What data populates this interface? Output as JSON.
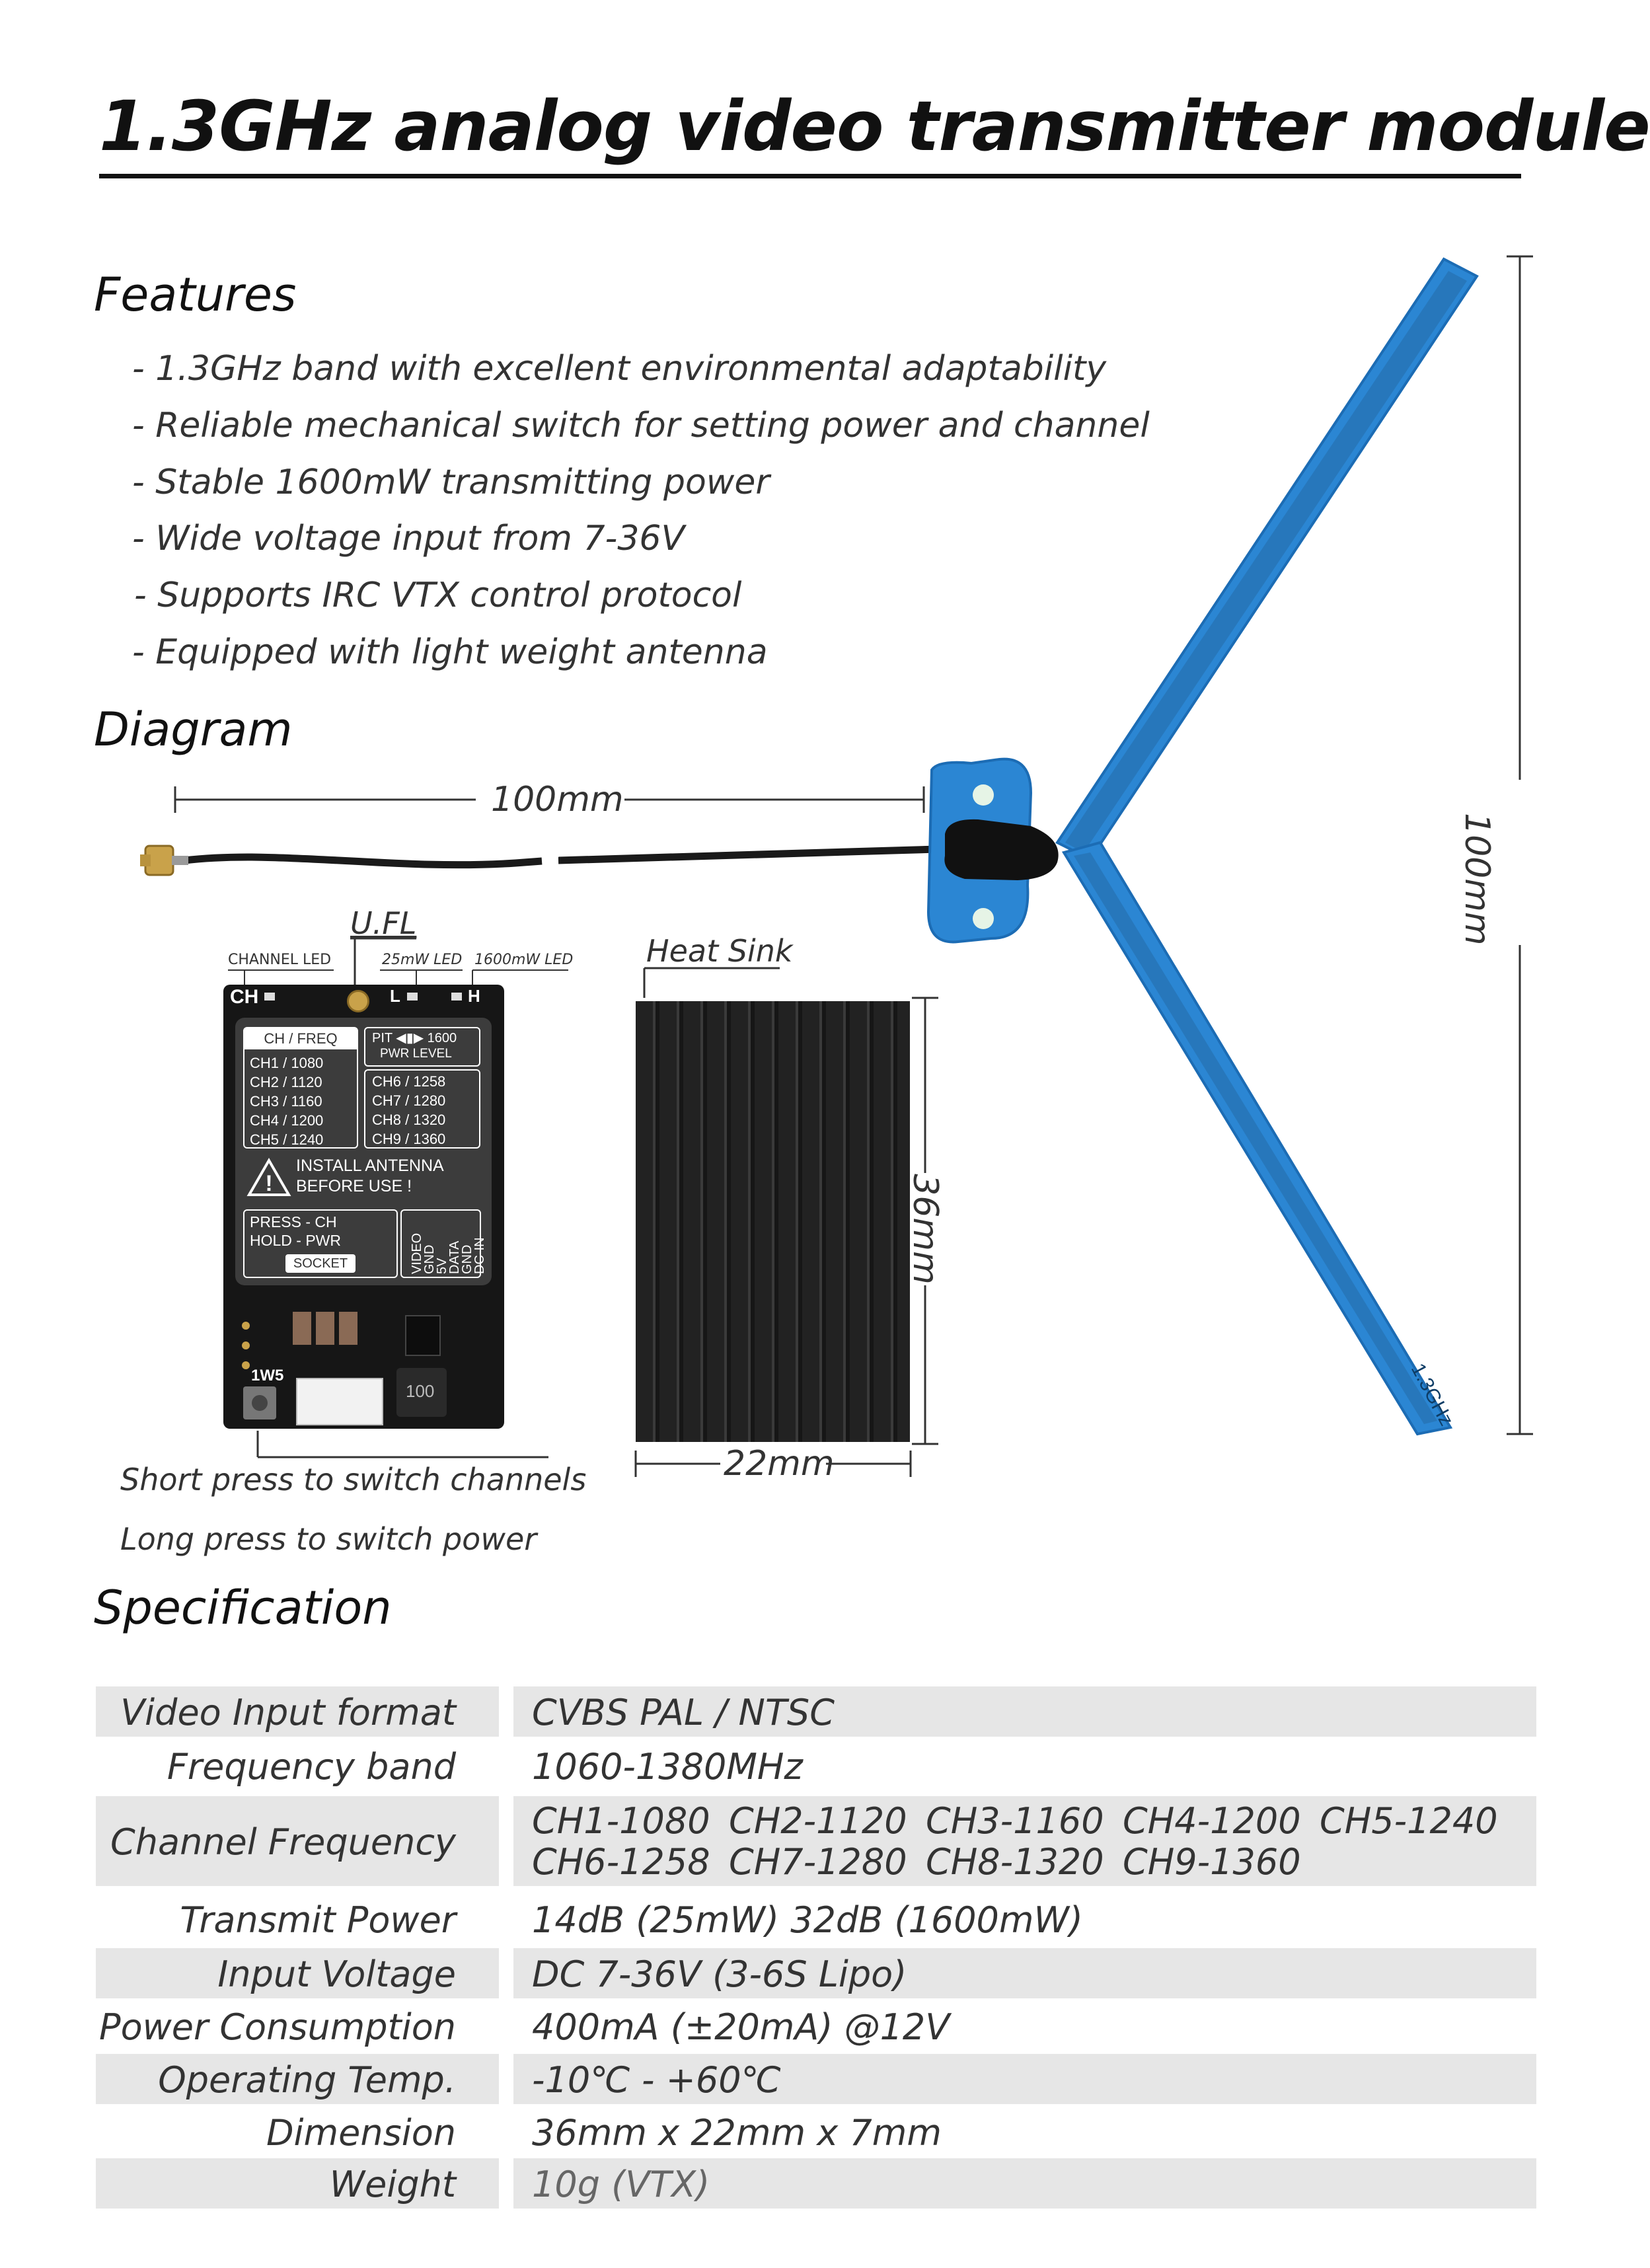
{
  "title": "1.3GHz analog video transmitter module",
  "features": {
    "heading": "Features",
    "items": [
      "- 1.3GHz band with excellent environmental adaptability",
      "- Reliable mechanical switch for setting power and channel",
      "- Stable 1600mW transmitting power",
      "- Wide voltage input from 7-36V",
      "- Supports IRC VTX control protocol",
      "- Equipped with light weight antenna"
    ]
  },
  "diagram": {
    "heading": "Diagram",
    "cable_length": "100mm",
    "antenna_height": "100mm",
    "ufl_label": "U.FL",
    "channel_led_label": "CHANNEL LED",
    "led_25mw_label": "25mW LED",
    "led_1600mw_label": "1600mW LED",
    "heat_sink_label": "Heat Sink",
    "sink_height": "36mm",
    "sink_width": "22mm",
    "short_press": "Short press to switch channels",
    "long_press": "Long press to switch power",
    "antenna_text": "1.3GHz",
    "pcb": {
      "ch_mark": "CH",
      "l_mark": "L",
      "h_mark": "H",
      "ch_freq_header": "CH / FREQ",
      "pwr_top": "PIT ◀▮▶ 1600",
      "pwr_level": "PWR LEVEL",
      "channels_left": [
        "CH1 / 1080",
        "CH2 / 1120",
        "CH3 / 1160",
        "CH4 / 1200",
        "CH5 / 1240"
      ],
      "channels_right": [
        "CH6 / 1258",
        "CH7 / 1280",
        "CH8 / 1320",
        "CH9 / 1360"
      ],
      "install_line1": "INSTALL ANTENNA",
      "install_line2": "BEFORE USE !",
      "press_ch": "PRESS - CH",
      "hold_pwr": "HOLD - PWR",
      "socket": "SOCKET",
      "pins": [
        "VIDEO",
        "GND",
        "5V",
        "DATA",
        "GND",
        "DC-IN"
      ],
      "model": "1W5",
      "inductor": "100"
    }
  },
  "specification": {
    "heading": "Specification",
    "rows": [
      {
        "label": "Video Input format",
        "value": "CVBS  PAL / NTSC"
      },
      {
        "label": "Frequency band",
        "value": "1060-1380MHz"
      },
      {
        "label": "Channel Frequency",
        "value_line1": [
          "CH1-1080",
          "CH2-1120",
          "CH3-1160",
          "CH4-1200",
          "CH5-1240"
        ],
        "value_line2": [
          "CH6-1258",
          "CH7-1280",
          "CH8-1320",
          "CH9-1360"
        ]
      },
      {
        "label": "Transmit Power",
        "value": "14dB (25mW)    32dB (1600mW)"
      },
      {
        "label": "Input Voltage",
        "value": "DC 7-36V  (3-6S Lipo)"
      },
      {
        "label": "Power Consumption",
        "value": "400mA (±20mA)   @12V"
      },
      {
        "label": "Operating Temp.",
        "value": "-10℃ - +60℃"
      },
      {
        "label": "Dimension",
        "value": "36mm x 22mm x 7mm"
      },
      {
        "label": "Weight",
        "value": "10g  (VTX)"
      }
    ]
  },
  "colors": {
    "antenna_blue": "#2b86d3",
    "sink": "#1c1c1c",
    "row_gray": "#e6e6e6"
  }
}
